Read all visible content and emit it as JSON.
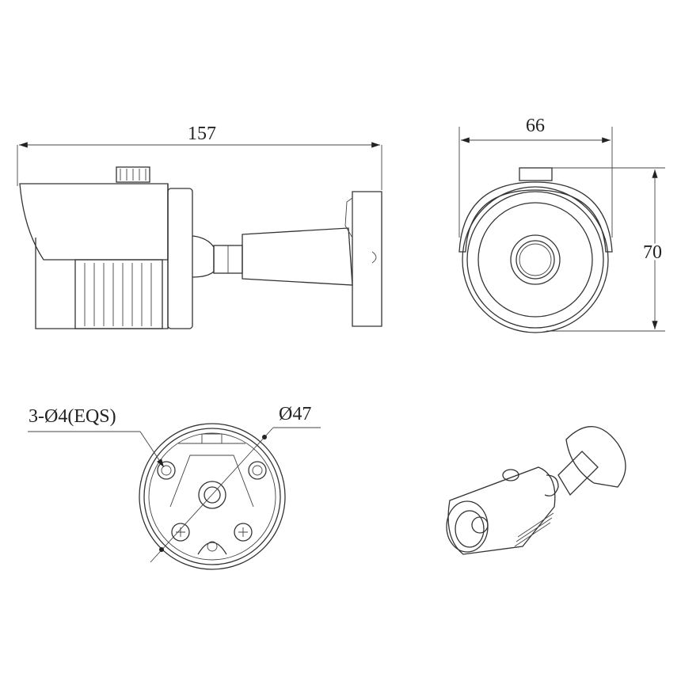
{
  "side_view": {
    "length_label": "157"
  },
  "front_view": {
    "width_label": "66",
    "height_label": "70"
  },
  "bottom_view": {
    "holes_label": "3-Ø4(EQS)",
    "diameter_label": "Ø47"
  },
  "colors": {
    "line": "#333333",
    "background": "#ffffff"
  }
}
